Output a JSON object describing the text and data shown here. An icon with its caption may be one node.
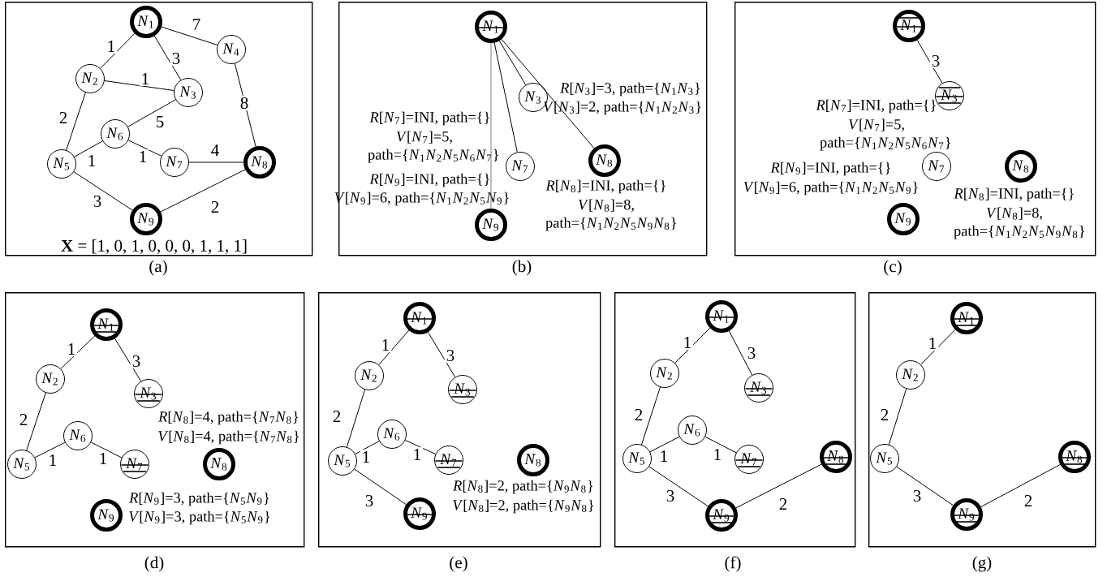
{
  "diagram": {
    "nodes": [
      {
        "text": [
          "**X** = [1, 0, 1, 0, 0, 0, 1, 1, 1]"
        ],
        "beside": [
          "(a)"
        ]
      },
      {
        "text": [
          "*N*$_{1}$"
        ],
        "in": 0
      },
      {
        "text": [
          "*N*$_{2}$"
        ],
        "in": 0
      },
      {
        "text": [
          "*N*$_{3}$"
        ],
        "in": 0
      },
      {
        "text": [
          "*N*$_{4}$"
        ],
        "in": 0
      },
      {
        "text": [
          "*N*$_{5}$"
        ],
        "in": 0
      },
      {
        "text": [
          "*N*$_{6}$"
        ],
        "in": 0
      },
      {
        "text": [
          "*N*$_{7}$"
        ],
        "in": 0
      },
      {
        "text": [
          "*N*$_{8}$"
        ],
        "in": 0
      },
      {
        "text": [
          "*N*$_{9}$"
        ],
        "in": 0
      },
      {
        "text": [],
        "shape": "box",
        "beside": [
          "(b)"
        ]
      },
      {
        "text": [
          "*N*$_{1}$"
        ],
        "in": 10
      },
      {
        "text": [
          "*N*$_{3}$"
        ],
        "in": 10,
        "beside": [
          "*R*[*N*$_{3}$]=3, path={*N*$_{1}$*N*$_{3}$}",
          "*V*[*N*$_{3}$]=2, path={*N*$_{1}$*N*$_{2}$*N*$_{3}$}"
        ]
      },
      {
        "text": [
          "*N*$_{7}$"
        ],
        "in": 10,
        "beside": [
          "*R*[*N*$_{7}$]=INI, path={}",
          "*V*[*N*$_{7}$]=5, path={*N*$_{1}$*N*$_{2}$*N*$_{5}$*N*$_{6}$*N*$_{7}$}"
        ]
      },
      {
        "text": [
          "*N*$_{8}$"
        ],
        "in": 10,
        "beside": [
          "*R*[*N*$_{8}$]=INI, path={}",
          "*V*[*N*$_{8}$]=8, path={*N*$_{1}$*N*$_{2}$*N*$_{5}$*N*$_{9}$*N*$_{8}$}"
        ]
      },
      {
        "text": [
          "*N*$_{9}$"
        ],
        "in": 10,
        "beside": [
          "*R*[*N*$_{9}$]=INI, path={}",
          "*V*[*N*$_{9}$]=6, path={*N*$_{1}$*N*$_{2}$*N*$_{5}$*N*$_{9}$}"
        ]
      },
      {
        "text": [],
        "shape": "box",
        "beside": [
          "(c)"
        ]
      },
      {
        "text": [
          "*N*$_{1}$"
        ],
        "in": 16
      },
      {
        "text": [
          "*N*$_{3}$"
        ],
        "in": 16
      },
      {
        "text": [
          "*N*$_{7}$"
        ],
        "in": 16,
        "beside": [
          "*R*[*N*$_{7}$]=INI, path={}",
          "*V*[*N*$_{7}$]=5, path={*N*$_{1}$*N*$_{2}$*N*$_{5}$*N*$_{6}$*N*$_{7}$}"
        ]
      },
      {
        "text": [
          "*N*$_{8}$"
        ],
        "in": 16,
        "beside": [
          "*R*[*N*$_{8}$]=INI, path={}",
          "*V*[*N*$_{8}$]=8, path={*N*$_{1}$*N*$_{2}$*N*$_{5}$*N*$_{9}$*N*$_{8}$}"
        ]
      },
      {
        "text": [
          "*N*$_{9}$"
        ],
        "in": 16,
        "beside": [
          "*R*[*N*$_{9}$]=INI, path={}",
          "*V*[*N*$_{9}$]=6, path={*N*$_{1}$*N*$_{2}$*N*$_{5}$*N*$_{9}$}"
        ]
      },
      {
        "text": [],
        "shape": "box",
        "beside": [
          "(d)"
        ]
      },
      {
        "text": [
          "*N*$_{1}$"
        ],
        "in": 22
      },
      {
        "text": [
          "*N*$_{2}$"
        ],
        "in": 22
      },
      {
        "text": [
          "*N*$_{3}$"
        ],
        "in": 22
      },
      {
        "text": [
          "*N*$_{5}$"
        ],
        "in": 22
      },
      {
        "text": [
          "*N*$_{6}$"
        ],
        "in": 22
      },
      {
        "text": [
          "*N*$_{7}$"
        ],
        "in": 22
      },
      {
        "text": [
          "*N*$_{8}$"
        ],
        "in": 22,
        "beside": [
          "*R*[*N*$_{8}$]=4, path={*N*$_{7}$*N*$_{8}$}",
          "*V*[*N*$_{8}$]=4, path={*N*$_{7}$*N*$_{8}$}"
        ]
      },
      {
        "text": [
          "*N*$_{9}$"
        ],
        "in": 22,
        "beside": [
          "*R*[*N*$_{9}$]=3, path={*N*$_{5}$*N*$_{9}$}",
          "*V*[*N*$_{9}$]=3, path={*N*$_{5}$*N*$_{9}$}"
        ]
      },
      {
        "text": [],
        "shape": "box",
        "beside": [
          "(e)"
        ]
      },
      {
        "text": [
          "*N*$_{1}$"
        ],
        "in": 31
      },
      {
        "text": [
          "*N*$_{2}$"
        ],
        "in": 31
      },
      {
        "text": [
          "*N*$_{3}$"
        ],
        "in": 31
      },
      {
        "text": [
          "*N*$_{5}$"
        ],
        "in": 31
      },
      {
        "text": [
          "*N*$_{6}$"
        ],
        "in": 31
      },
      {
        "text": [
          "*N*$_{7}$"
        ],
        "in": 31
      },
      {
        "text": [
          "*N*$_{8}$"
        ],
        "in": 31,
        "beside": [
          "*R*[*N*$_{8}$]=2, path={*N*$_{9}$*N*$_{8}$}",
          "*V*[*N*$_{8}$]=2, path={*N*$_{9}$*N*$_{8}$}"
        ]
      },
      {
        "text": [
          "*N*$_{9}$"
        ],
        "in": 31
      },
      {
        "text": [],
        "shape": "box",
        "beside": [
          "(f)"
        ]
      },
      {
        "text": [
          "*N*$_{1}$"
        ],
        "in": 40
      },
      {
        "text": [
          "*N*$_{2}$"
        ],
        "in": 40
      },
      {
        "text": [
          "*N*$_{3}$"
        ],
        "in": 40
      },
      {
        "text": [
          "*N*$_{5}$"
        ],
        "in": 40
      },
      {
        "text": [
          "*N*$_{6}$"
        ],
        "in": 40
      },
      {
        "text": [
          "*N*$_{7}$"
        ],
        "in": 40
      },
      {
        "text": [
          "*N*$_{8}$"
        ],
        "in": 40
      },
      {
        "text": [
          "*N*$_{9}$"
        ],
        "in": 40
      },
      {
        "text": [],
        "shape": "box",
        "beside": [
          "(g)"
        ]
      },
      {
        "text": [
          "*N*$_{1}$"
        ],
        "in": 49
      },
      {
        "text": [
          "*N*$_{2}$"
        ],
        "in": 49
      },
      {
        "text": [
          "*N*$_{5}$"
        ],
        "in": 49
      },
      {
        "text": [
          "*N*$_{8}$"
        ],
        "in": 49
      },
      {
        "text": [
          "*N*$_{9}$"
        ],
        "in": 49
      }
    ],
    "edges": [
      {
        "from": 1,
        "to": 2,
        "arrow": "none",
        "label": "1"
      },
      {
        "from": 1,
        "to": 3,
        "arrow": "none",
        "label": "3"
      },
      {
        "from": 1,
        "to": 4,
        "arrow": "none",
        "label": "7"
      },
      {
        "from": 2,
        "to": 3,
        "arrow": "none",
        "label": "1"
      },
      {
        "from": 2,
        "to": 5,
        "arrow": "none",
        "label": "2"
      },
      {
        "from": 3,
        "to": 6,
        "arrow": "none",
        "label": "5"
      },
      {
        "from": 4,
        "to": 8,
        "arrow": "none",
        "label": "8"
      },
      {
        "from": 5,
        "to": 6,
        "arrow": "none",
        "label": "1"
      },
      {
        "from": 6,
        "to": 7,
        "arrow": "none",
        "label": "1"
      },
      {
        "from": 7,
        "to": 8,
        "arrow": "none",
        "label": "4"
      },
      {
        "from": 5,
        "to": 9,
        "arrow": "none",
        "label": "3"
      },
      {
        "from": 9,
        "to": 8,
        "arrow": "none",
        "label": "2"
      },
      {
        "from": 11,
        "to": 12,
        "arrow": "none"
      },
      {
        "from": 11,
        "to": 13,
        "arrow": "none"
      },
      {
        "from": 11,
        "to": 14,
        "arrow": "none"
      },
      {
        "from": 11,
        "to": 15,
        "arrow": "none",
        "color": "#808080"
      },
      {
        "from": 17,
        "to": 18,
        "arrow": "none",
        "label": "3"
      },
      {
        "from": 23,
        "to": 24,
        "arrow": "none",
        "label": "1"
      },
      {
        "from": 23,
        "to": 25,
        "arrow": "none",
        "label": "3"
      },
      {
        "from": 24,
        "to": 26,
        "arrow": "none",
        "label": "2"
      },
      {
        "from": 26,
        "to": 27,
        "arrow": "none",
        "label": "1"
      },
      {
        "from": 27,
        "to": 28,
        "arrow": "none",
        "label": "1"
      },
      {
        "from": 32,
        "to": 33,
        "arrow": "none",
        "label": "1"
      },
      {
        "from": 32,
        "to": 34,
        "arrow": "none",
        "label": "3"
      },
      {
        "from": 33,
        "to": 35,
        "arrow": "none",
        "label": "2"
      },
      {
        "from": 35,
        "to": 36,
        "arrow": "none",
        "label": "1"
      },
      {
        "from": 36,
        "to": 37,
        "arrow": "none",
        "label": "1"
      },
      {
        "from": 35,
        "to": 39,
        "arrow": "none",
        "label": "3"
      },
      {
        "from": 41,
        "to": 42,
        "arrow": "none",
        "label": "1"
      },
      {
        "from": 41,
        "to": 43,
        "arrow": "none",
        "label": "3"
      },
      {
        "from": 42,
        "to": 44,
        "arrow": "none",
        "label": "2"
      },
      {
        "from": 44,
        "to": 45,
        "arrow": "none",
        "label": "1"
      },
      {
        "from": 45,
        "to": 46,
        "arrow": "none",
        "label": "1"
      },
      {
        "from": 44,
        "to": 48,
        "arrow": "none",
        "label": "3"
      },
      {
        "from": 48,
        "to": 47,
        "arrow": "none",
        "label": "2"
      },
      {
        "from": 50,
        "to": 51,
        "arrow": "none",
        "label": "1"
      },
      {
        "from": 51,
        "to": 52,
        "arrow": "none",
        "label": "2"
      },
      {
        "from": 52,
        "to": 54,
        "arrow": "none",
        "label": "3"
      },
      {
        "from": 54,
        "to": 53,
        "arrow": "none",
        "label": "2"
      }
    ]
  }
}
